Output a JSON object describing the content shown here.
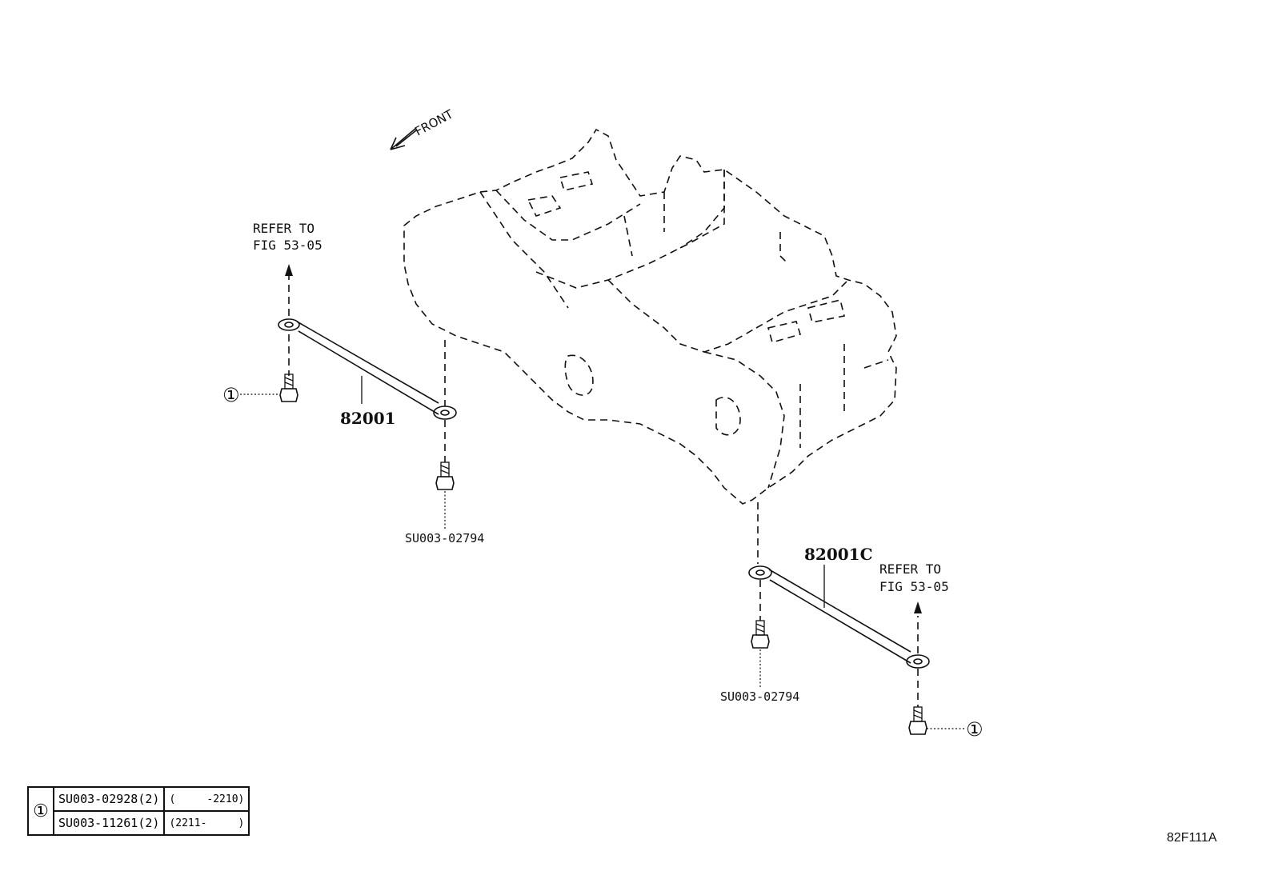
{
  "front_label": "FRONT",
  "callouts": {
    "refer_left": [
      "REFER TO",
      "FIG 53-05"
    ],
    "refer_right": [
      "REFER TO",
      "FIG 53-05"
    ],
    "part_left": "82001",
    "part_right": "82001C",
    "bolt_left": "SU003-02794",
    "bolt_right": "SU003-02794",
    "circle_ref": "①"
  },
  "legend": {
    "symbol": "①",
    "rows": [
      {
        "part": "SU003-02928(2)",
        "range": "(     -2210)"
      },
      {
        "part": "SU003-11261(2)",
        "range": "(2211-     )"
      }
    ]
  },
  "figure_code": "82F111A"
}
